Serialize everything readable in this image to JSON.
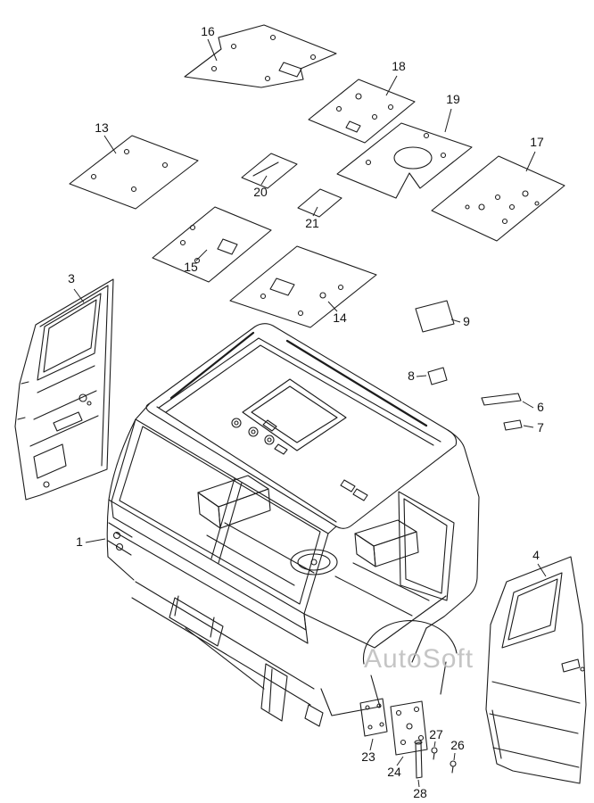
{
  "diagram": {
    "watermark": "AutoSoft",
    "callouts": {
      "c1": "1",
      "c3": "3",
      "c4": "4",
      "c6": "6",
      "c7": "7",
      "c8": "8",
      "c9": "9",
      "c13": "13",
      "c14": "14",
      "c15": "15",
      "c16": "16",
      "c17": "17",
      "c18": "18",
      "c19": "19",
      "c20": "20",
      "c21": "21",
      "c23": "23",
      "c24": "24",
      "c26": "26",
      "c27": "27",
      "c28": "28"
    }
  }
}
